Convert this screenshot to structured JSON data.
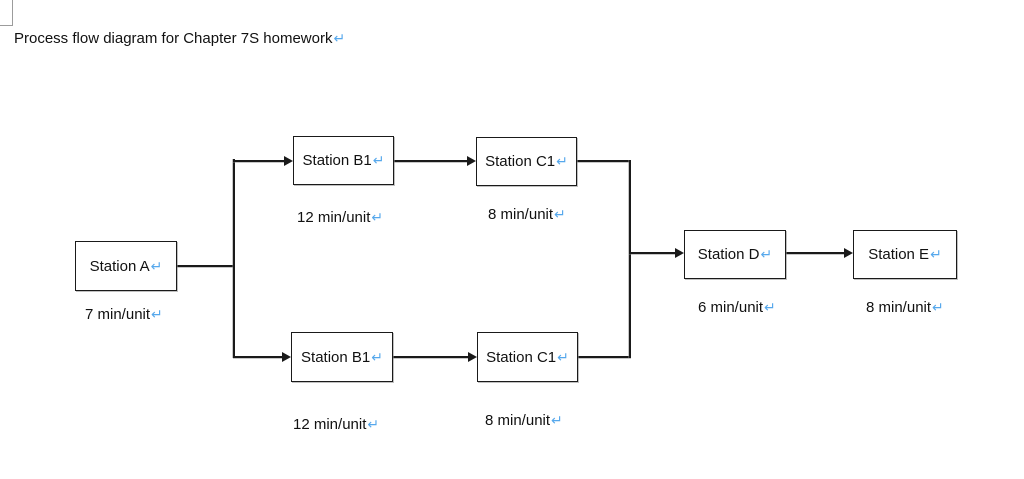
{
  "title": "Process flow diagram for Chapter 7S homework",
  "return_mark": "↵",
  "diagram": {
    "type": "process-flow",
    "nodes": [
      {
        "label": "Station A",
        "time": "7 min/unit"
      },
      {
        "label": "Station B1",
        "time": "12 min/unit"
      },
      {
        "label": "Station C1",
        "time": "8 min/unit"
      },
      {
        "label": "Station B1",
        "time": "12 min/unit"
      },
      {
        "label": "Station C1",
        "time": "8 min/unit"
      },
      {
        "label": "Station D",
        "time": "6 min/unit"
      },
      {
        "label": "Station E",
        "time": "8 min/unit"
      }
    ],
    "edges": [
      "Station A -> Station B1 (top branch)",
      "Station A -> Station B1 (bottom branch)",
      "Station B1 (top) -> Station C1 (top)",
      "Station B1 (bottom) -> Station C1 (bottom)",
      "Station C1 (top) -> Station D",
      "Station C1 (bottom) -> Station D",
      "Station D -> Station E"
    ],
    "colors": {
      "line": "#1a1a1a",
      "box_border": "#1a1a1a",
      "formatting_mark": "#56a8ec",
      "text": "#111111"
    }
  }
}
